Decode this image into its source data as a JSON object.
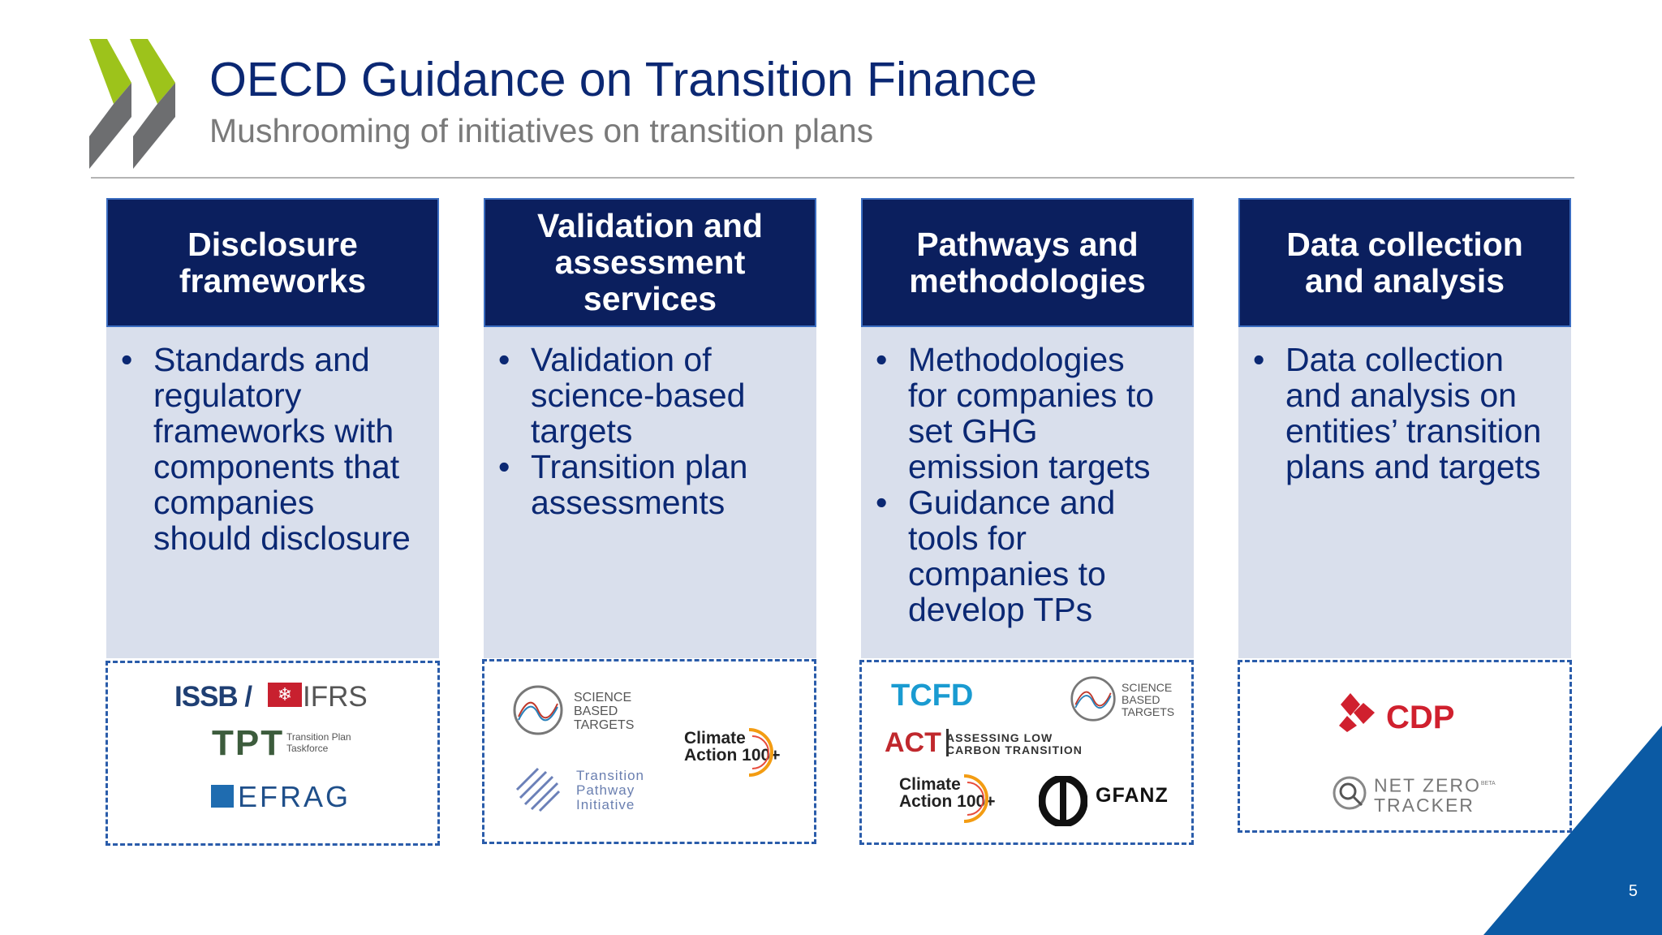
{
  "header": {
    "title": "OECD Guidance on Transition Finance",
    "subtitle": "Mushrooming of initiatives on transition plans"
  },
  "colors": {
    "title": "#0b2873",
    "header_fill": "#0b1f5e",
    "body_fill": "#d9dfec",
    "logo_green": "#9dc31b",
    "logo_gray": "#6d6e70",
    "corner_blue": "#0b5aa4"
  },
  "columns": [
    {
      "heading": [
        "Disclosure",
        "frameworks"
      ],
      "bullets": [
        "Standards and regulatory frameworks with components that companies should disclosure"
      ],
      "logos": {
        "issb": "ISSB /",
        "ifrs": "IFRS",
        "tpt": "TPT",
        "tpt_sub1": "Transition Plan",
        "tpt_sub2": "Taskforce",
        "efrag": "EFRAG"
      }
    },
    {
      "heading": [
        "Validation and",
        "assessment",
        "services"
      ],
      "bullets": [
        "Validation of science-based targets",
        "Transition plan assessments"
      ],
      "logos": {
        "sbt1": "SCIENCE",
        "sbt2": "BASED",
        "sbt3": "TARGETS",
        "ca1": "Climate",
        "ca2": "Action 100+",
        "tpi1": "Transition",
        "tpi2": "Pathway",
        "tpi3": "Initiative"
      }
    },
    {
      "heading": [
        "Pathways and",
        "methodologies"
      ],
      "bullets": [
        "Methodologies for companies to set GHG emission targets",
        "Guidance and tools for companies to develop TPs"
      ],
      "logos": {
        "tcfd": "TCFD",
        "sbt1": "SCIENCE",
        "sbt2": "BASED",
        "sbt3": "TARGETS",
        "act": "ACT",
        "act_sub1": "ASSESSING LOW",
        "act_sub2": "CARBON TRANSITION",
        "ca1": "Climate",
        "ca2": "Action 100+",
        "gfanz": "GFANZ"
      }
    },
    {
      "heading": [
        "Data collection",
        "and analysis"
      ],
      "bullets": [
        "Data collection and analysis on entities’ transition plans and targets"
      ],
      "logos": {
        "cdp": "CDP",
        "nzt1": "NET ZERO",
        "nzt_beta": "BETA",
        "nzt2": "TRACKER"
      }
    }
  ],
  "footer": {
    "page_number": "5"
  }
}
